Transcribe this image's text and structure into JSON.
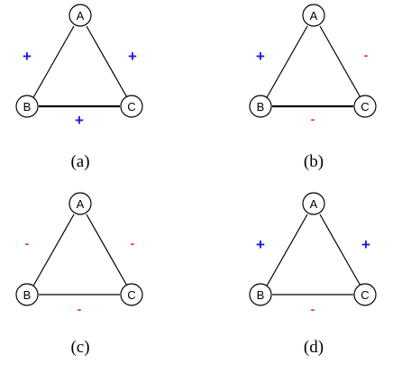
{
  "colors": {
    "positive": "#1a1ae6",
    "negative": "#e63030",
    "stroke": "#000000"
  },
  "panels": [
    {
      "caption": "(a)",
      "nodes": {
        "A": "A",
        "B": "B",
        "C": "C"
      },
      "edges": {
        "AB": "+",
        "AC": "+",
        "BC": "+"
      }
    },
    {
      "caption": "(b)",
      "nodes": {
        "A": "A",
        "B": "B",
        "C": "C"
      },
      "edges": {
        "AB": "+",
        "AC": "-",
        "BC": "-"
      }
    },
    {
      "caption": "(c)",
      "nodes": {
        "A": "A",
        "B": "B",
        "C": "C"
      },
      "edges": {
        "AB": "-",
        "AC": "-",
        "BC": "-"
      }
    },
    {
      "caption": "(d)",
      "nodes": {
        "A": "A",
        "B": "B",
        "C": "C"
      },
      "edges": {
        "AB": "+",
        "AC": "+",
        "BC": "-"
      }
    }
  ]
}
